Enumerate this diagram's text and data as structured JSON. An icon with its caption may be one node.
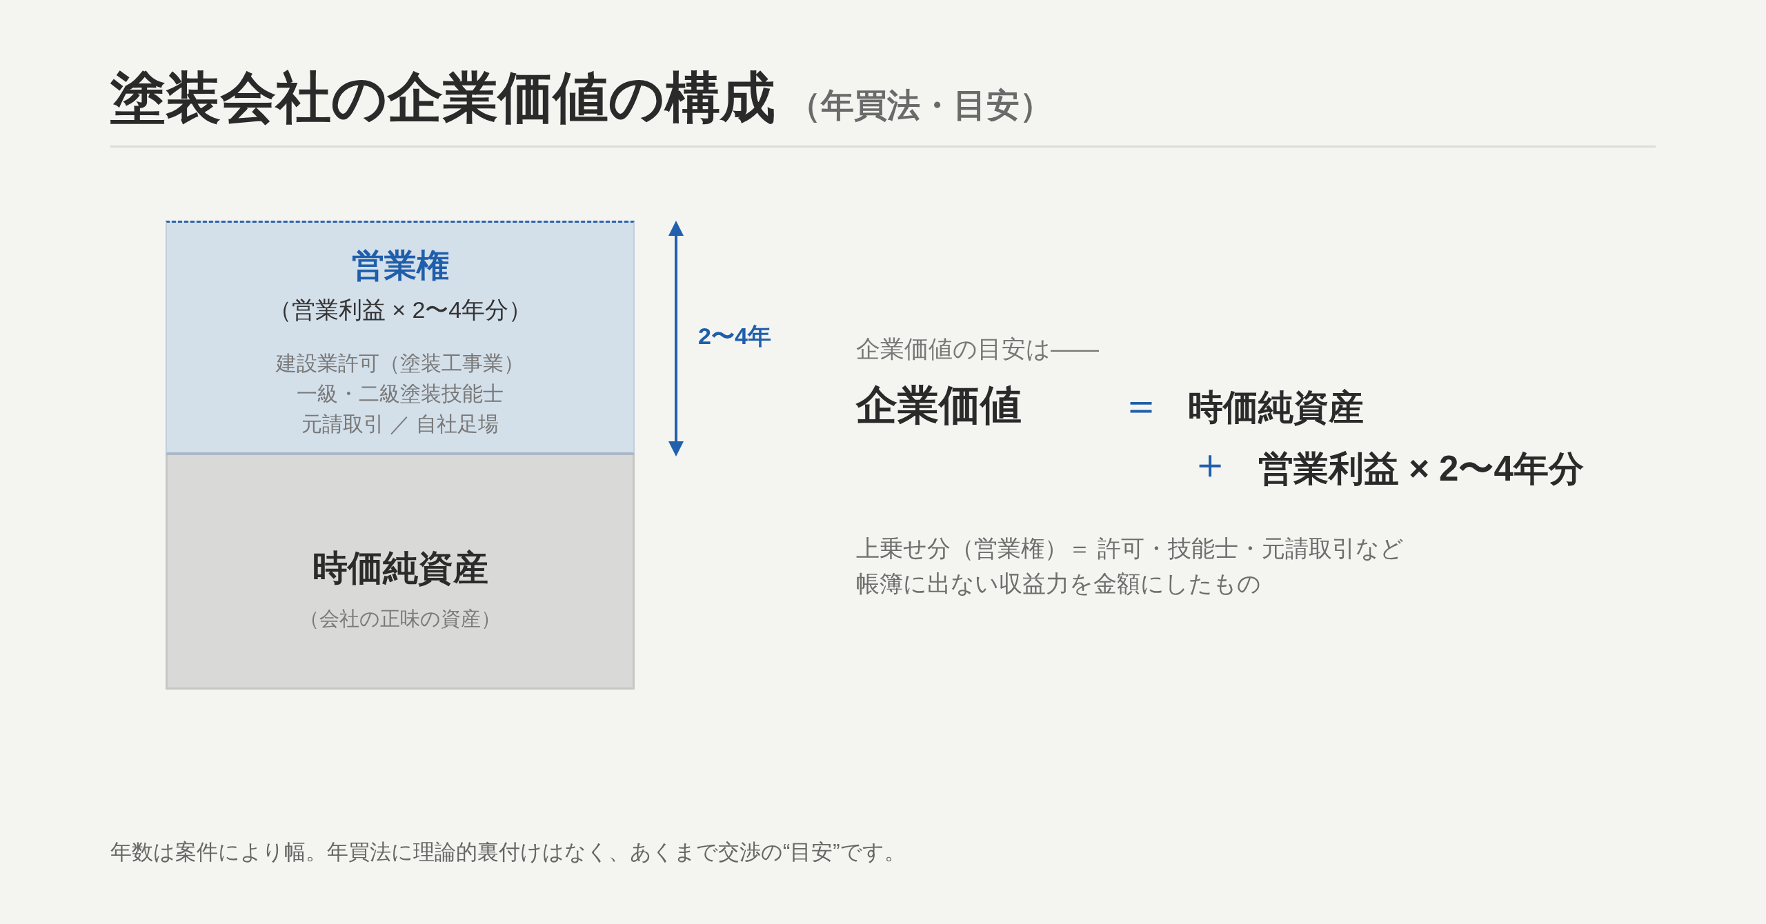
{
  "diagram": {
    "title": "塗装会社の企業価値の構成",
    "caption": "年数は案件により幅。年買法に理論的裏付けはなく、あくまで交渉の“目安”です。",
    "nodes": [
      {
        "text": [
          "営業権",
          "（営業利益 × 2〜4年分）",
          "建設業許可（塗装工事業）",
          "一級・二級塗装技能士",
          "元請取引 ／ 自社足場"
        ]
      },
      {
        "text": [
          "時価純資産",
          "（会社の正味の資産）"
        ]
      }
    ],
    "labels": [
      "（年買法・目安）",
      "2〜4年",
      "企業価値の目安は——",
      "企業価値",
      "＝",
      "時価純資産",
      "＋",
      "営業利益 × 2〜4年分",
      "上乗せ分（営業権）＝ 許可・技能士・元請取引など帳簿に出ない収益力を金額にしたもの"
    ]
  }
}
